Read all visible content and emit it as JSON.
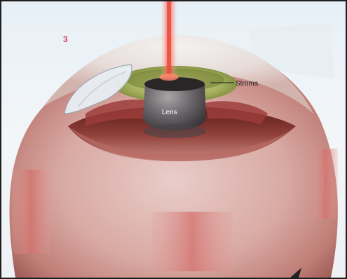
{
  "figure": {
    "panel_number": "3",
    "labels": {
      "stroma": "Stroma",
      "lens": "Lens"
    }
  },
  "colors": {
    "panel_number": "#d8435a",
    "laser": "#f04a3c",
    "label_text": "#1a1a1a",
    "lens_label": "#ffffff"
  }
}
